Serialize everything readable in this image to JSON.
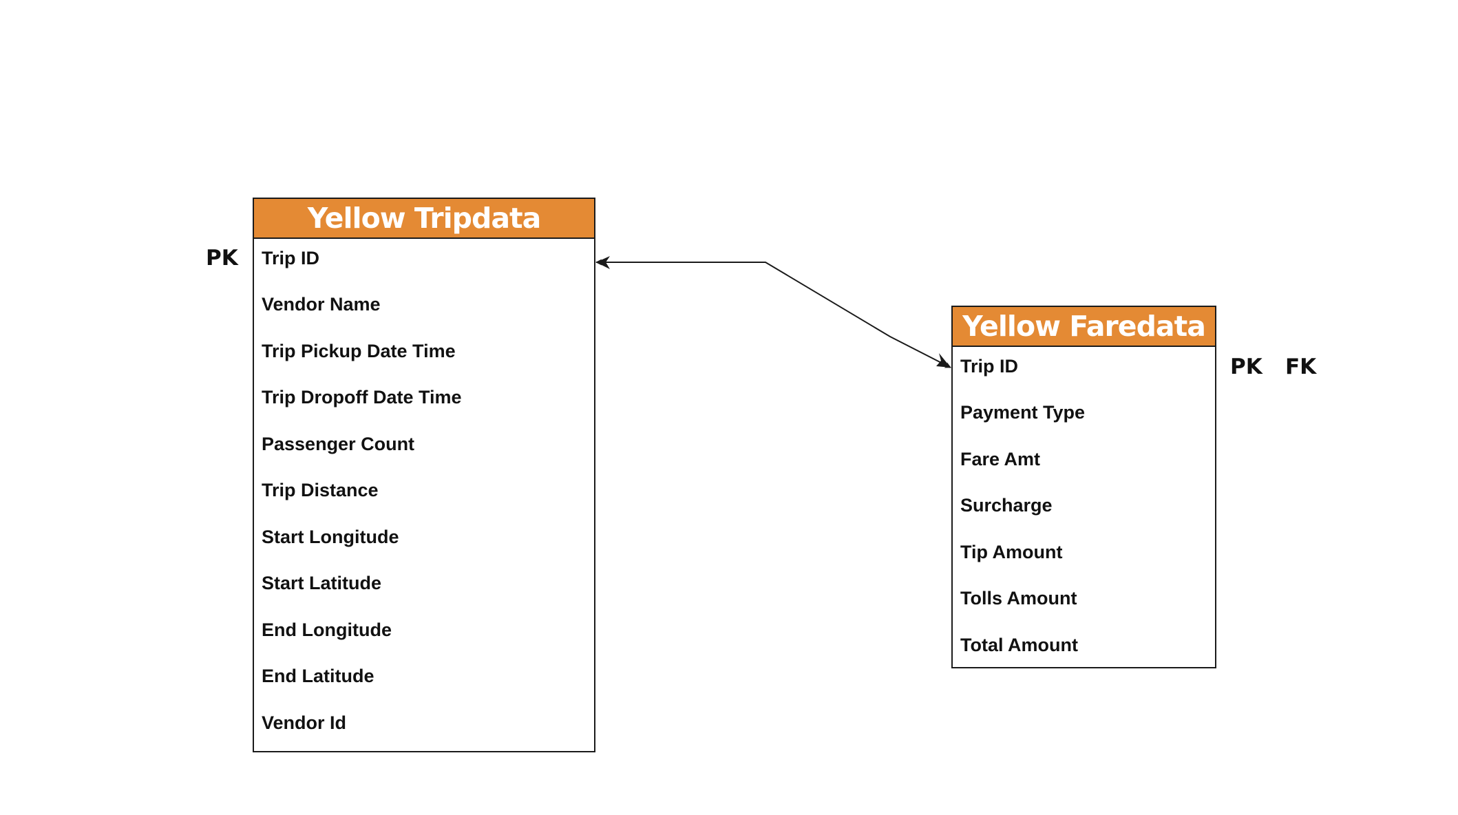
{
  "tables": [
    {
      "title": "Yellow Tripdata",
      "fields": [
        "Trip ID",
        "Vendor Name",
        "Trip Pickup Date Time",
        "Trip Dropoff Date Time",
        "Passenger Count",
        "Trip Distance",
        "Start Longitude",
        "Start Latitude",
        "End Longitude",
        "End Latitude",
        "Vendor Id"
      ],
      "keys": [
        "PK"
      ]
    },
    {
      "title": "Yellow Faredata",
      "fields": [
        "Trip ID",
        "Payment Type",
        "Fare Amt",
        "Surcharge",
        "Tip Amount",
        "Tolls Amount",
        "Total Amount"
      ],
      "keys": [
        "PK",
        "FK"
      ]
    }
  ],
  "relationship": {
    "from": "Yellow Faredata.Trip ID",
    "to": "Yellow Tripdata.Trip ID",
    "arrowheads": "both"
  },
  "colors": {
    "header_fill": "#e48a34",
    "header_text": "#ffffff",
    "border": "#1a1a1a"
  }
}
